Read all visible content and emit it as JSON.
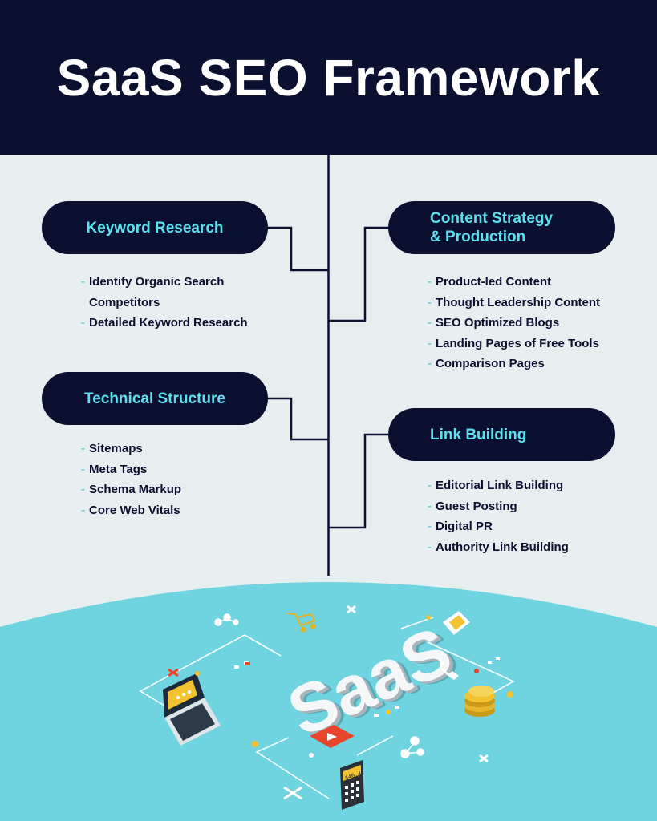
{
  "title": "SaaS SEO Framework",
  "colors": {
    "navy": "#0c1030",
    "accent": "#5fe0ef",
    "background": "#e6eeef",
    "scene": "#6fd3e0"
  },
  "sections": [
    {
      "title_lines": [
        "Keyword Research"
      ],
      "items": [
        "Identify Organic Search Competitors",
        "Detailed Keyword Research"
      ]
    },
    {
      "title_lines": [
        "Content Strategy",
        "& Production"
      ],
      "items": [
        "Product-led Content",
        "Thought Leadership Content",
        "SEO Optimized Blogs",
        "Landing Pages of Free Tools",
        "Comparison Pages"
      ]
    },
    {
      "title_lines": [
        "Technical Structure"
      ],
      "items": [
        "Sitemaps",
        "Meta Tags",
        "Schema Markup",
        "Core Web Vitals"
      ]
    },
    {
      "title_lines": [
        "Link Building"
      ],
      "items": [
        "Editorial Link Building",
        "Guest Posting",
        "Digital PR",
        "Authority Link Building"
      ]
    }
  ],
  "illustration": {
    "logo_text": "SaaS",
    "calculator_display": "$46.42",
    "icons": [
      "laptop-icon",
      "calculator-icon",
      "coins-icon",
      "shopping-cart-icon",
      "play-button-icon",
      "phone-icon",
      "share-icon",
      "envelope-icon"
    ]
  }
}
